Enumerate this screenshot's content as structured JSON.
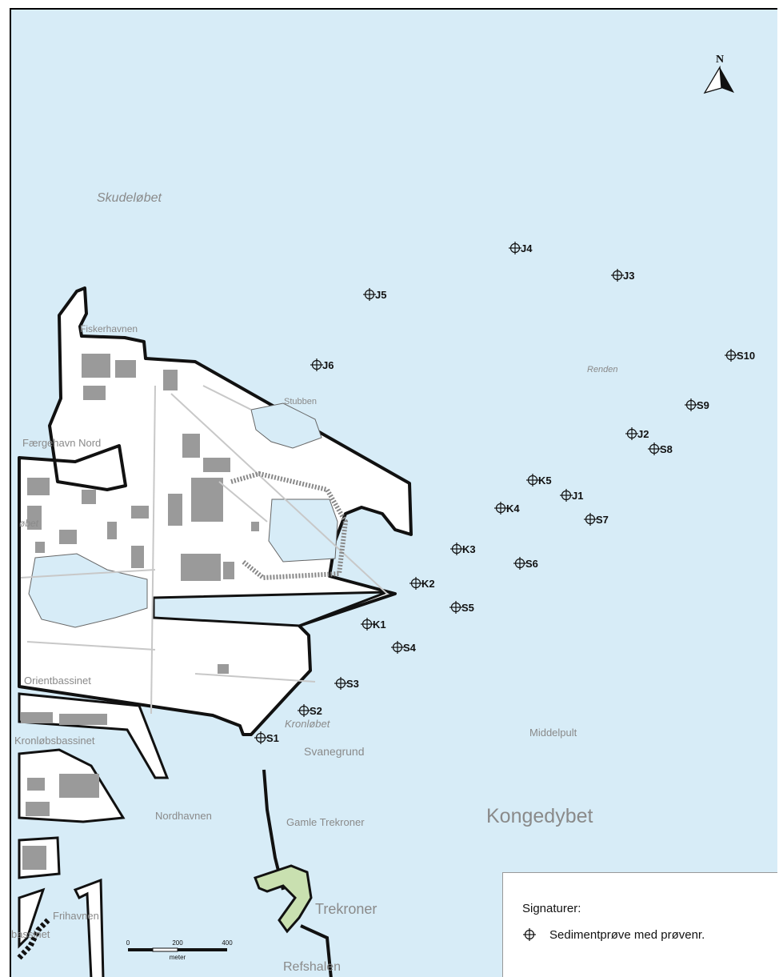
{
  "colors": {
    "water": "#d7ecf7",
    "land": "#ffffff",
    "coast": "#111111",
    "building": "#9a9a9a",
    "island_fill": "#c9e0b0",
    "label_grey": "#8a8a8a"
  },
  "north_arrow": {
    "label": "N",
    "icon": "north-arrow-icon"
  },
  "place_labels": {
    "skudelobet": "Skudeløbet",
    "fiskerhavnen": "Fiskerhavnen",
    "faergehavn_nord": "Færgehavn Nord",
    "stubben": "Stubben",
    "renden": "Renden",
    "sydlobet": "øbet",
    "orientbassinet": "Orientbassinet",
    "kronlobsbassinet": "Kronløbsbassinet",
    "kronlobet": "Kronløbet",
    "svanegrund": "Svanegrund",
    "middelpult": "Middelpult",
    "nordhavnen": "Nordhavnen",
    "gamle_trekroner": "Gamle Trekroner",
    "kongedybet": "Kongedybet",
    "trekroner": "Trekroner",
    "frihavnen": "Frihavnen",
    "basinet": "bassinet",
    "refshalen": "Refshalen"
  },
  "samples": [
    {
      "id": "J4",
      "label": "J4"
    },
    {
      "id": "J3",
      "label": "J3"
    },
    {
      "id": "J5",
      "label": "J5"
    },
    {
      "id": "J6",
      "label": "J6"
    },
    {
      "id": "S10",
      "label": "S10"
    },
    {
      "id": "S9",
      "label": "S9"
    },
    {
      "id": "J2",
      "label": "J2"
    },
    {
      "id": "S8",
      "label": "S8"
    },
    {
      "id": "K5",
      "label": "K5"
    },
    {
      "id": "J1",
      "label": "J1"
    },
    {
      "id": "K4",
      "label": "K4"
    },
    {
      "id": "S7",
      "label": "S7"
    },
    {
      "id": "K3",
      "label": "K3"
    },
    {
      "id": "S6",
      "label": "S6"
    },
    {
      "id": "K2",
      "label": "K2"
    },
    {
      "id": "S5",
      "label": "S5"
    },
    {
      "id": "K1",
      "label": "K1"
    },
    {
      "id": "S4",
      "label": "S4"
    },
    {
      "id": "S3",
      "label": "S3"
    },
    {
      "id": "S2",
      "label": "S2"
    },
    {
      "id": "S1",
      "label": "S1"
    }
  ],
  "scale": {
    "ticks": [
      "0",
      "200",
      "400"
    ],
    "unit": "meter"
  },
  "legend": {
    "title": "Signaturer:",
    "items": [
      {
        "icon": "sample-point-icon",
        "label": "Sedimentprøve med prøvenr."
      }
    ]
  }
}
